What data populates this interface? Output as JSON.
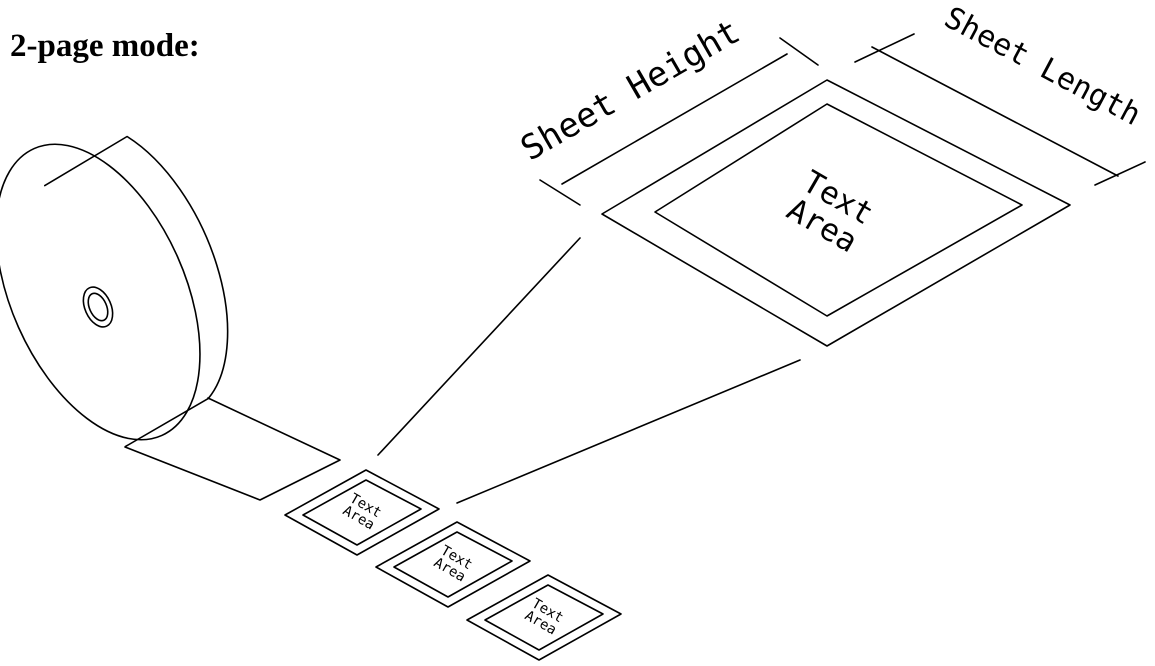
{
  "title": "2-page mode:",
  "dimension_labels": {
    "sheet_height": "Sheet Height",
    "sheet_length": "Sheet Length"
  },
  "enlarged_sheet": {
    "text_line1": "Text",
    "text_line2": "Area"
  },
  "small_sheets": [
    {
      "text_line1": "Text",
      "text_line2": "Area"
    },
    {
      "text_line1": "Text",
      "text_line2": "Area"
    },
    {
      "text_line1": "Text",
      "text_line2": "Area"
    }
  ]
}
